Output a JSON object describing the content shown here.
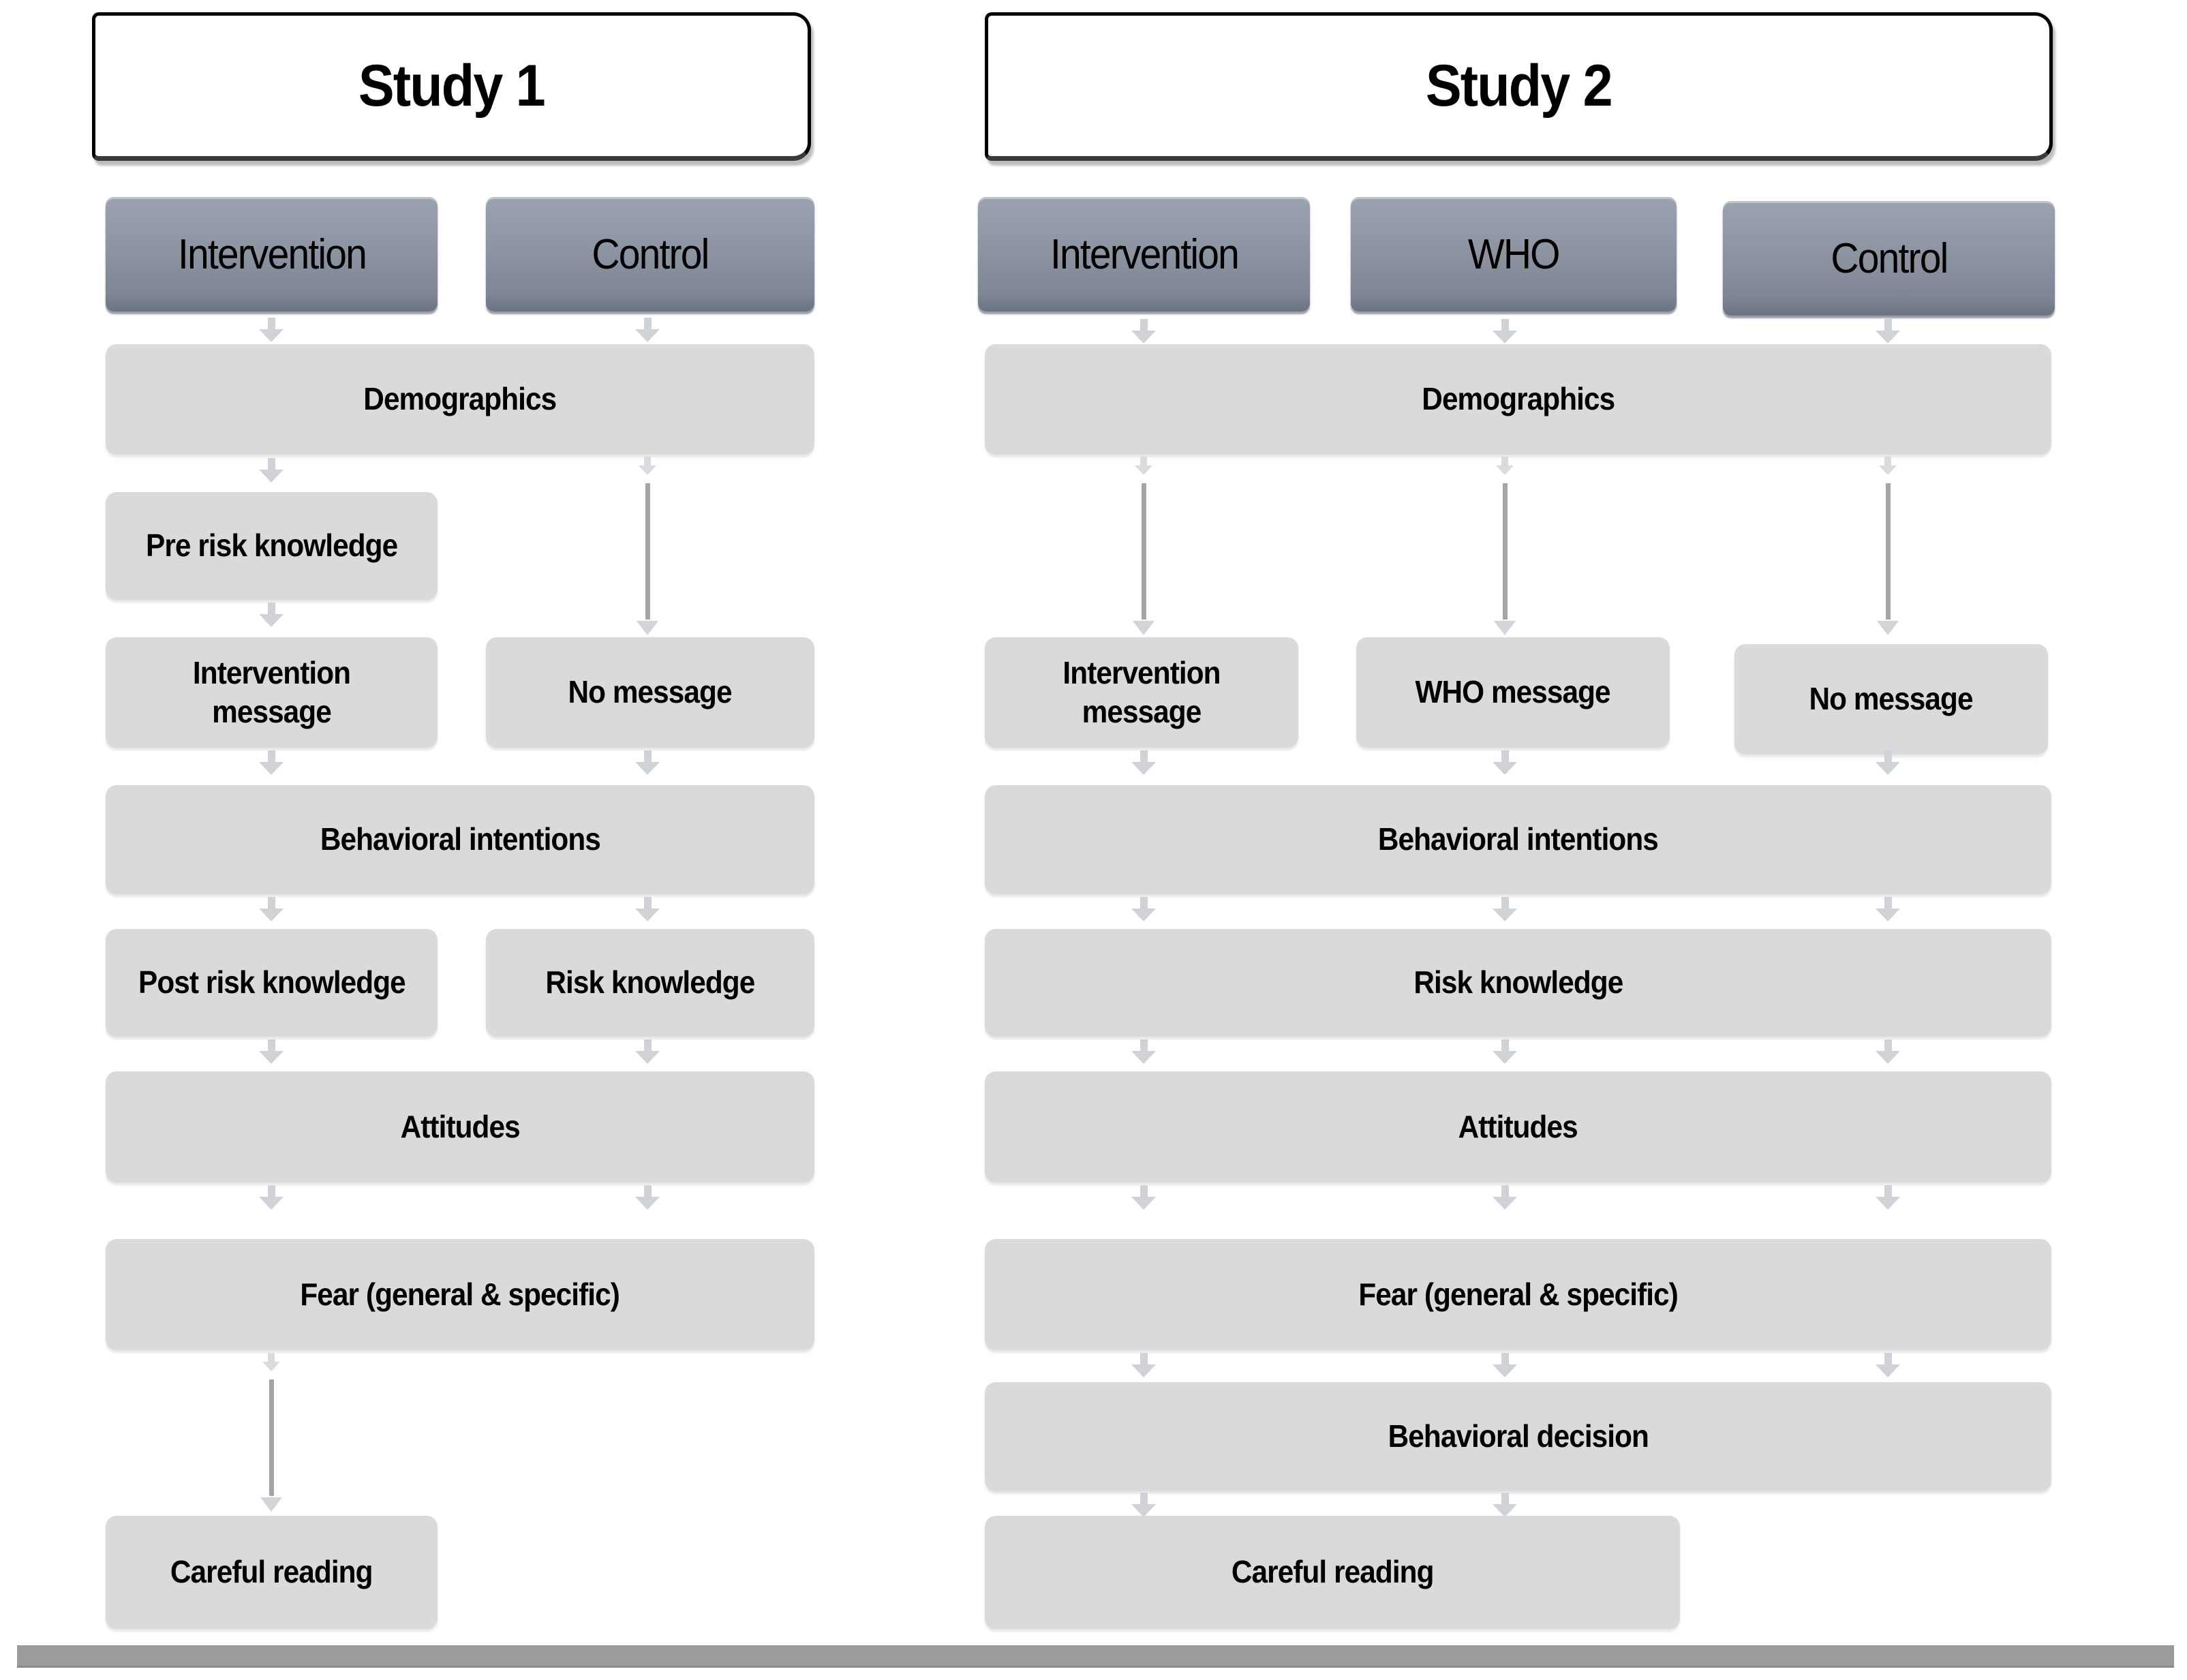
{
  "study1": {
    "title": "Study 1",
    "conditions": {
      "intervention": "Intervention",
      "control": "Control"
    },
    "demographics": "Demographics",
    "pre_risk_knowledge": "Pre risk knowledge",
    "intervention_message": "Intervention message",
    "no_message": "No message",
    "behavioral_intentions": "Behavioral intentions",
    "post_risk_knowledge": "Post risk knowledge",
    "risk_knowledge": "Risk knowledge",
    "attitudes": "Attitudes",
    "fear": "Fear (general & specific)",
    "careful_reading": "Careful reading"
  },
  "study2": {
    "title": "Study 2",
    "conditions": {
      "intervention": "Intervention",
      "who": "WHO",
      "control": "Control"
    },
    "demographics": "Demographics",
    "intervention_message": "Intervention message",
    "who_message": "WHO message",
    "no_message": "No message",
    "behavioral_intentions": "Behavioral intentions",
    "risk_knowledge": "Risk knowledge",
    "attitudes": "Attitudes",
    "fear": "Fear (general & specific)",
    "behavioral_decision": "Behavioral decision",
    "careful_reading": "Careful reading"
  },
  "colors": {
    "light_box": "#d9dadb",
    "dark_box_top": "#9ba3b0",
    "dark_box_bottom": "#6b7283",
    "arrow_small": "#cfd2d6",
    "connector_line": "#a5a5a5",
    "bottom_bar": "#9b9b9b",
    "header_background": "#ffffff",
    "text": "#000000"
  }
}
